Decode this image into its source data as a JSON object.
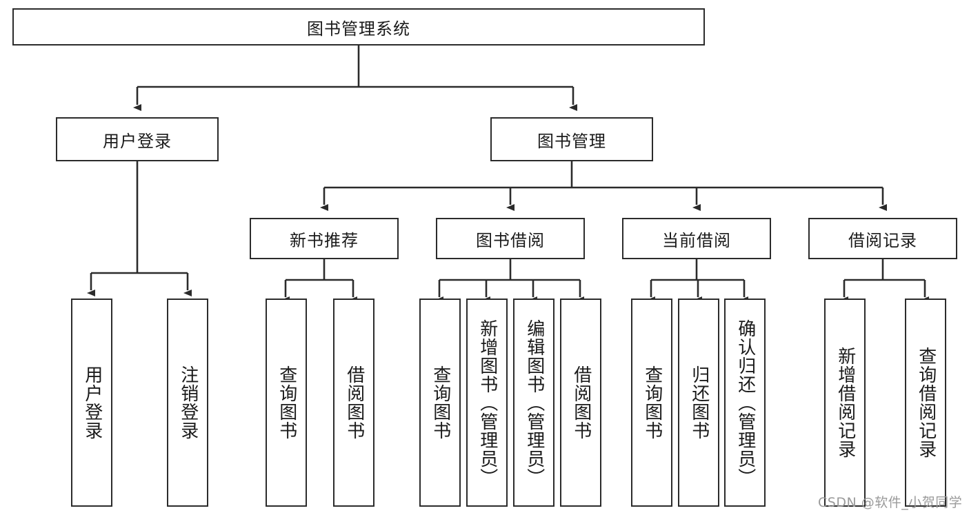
{
  "diagram": {
    "title_root": "图书管理系统",
    "watermark": "CSDN @软件_小贺同学",
    "line_color": "#2b2b2b",
    "box_fill": "#ffffff",
    "text_color": "#1a1a1a",
    "levels": {
      "level1": [
        {
          "id": "root",
          "label": "图书管理系统"
        }
      ],
      "level2": [
        {
          "id": "user-login",
          "label": "用户登录"
        },
        {
          "id": "book-management",
          "label": "图书管理"
        }
      ],
      "level3": [
        {
          "id": "new-book-recommend",
          "label": "新书推荐"
        },
        {
          "id": "book-borrow",
          "label": "图书借阅"
        },
        {
          "id": "current-borrow",
          "label": "当前借阅"
        },
        {
          "id": "borrow-record",
          "label": "借阅记录"
        }
      ],
      "level4": [
        {
          "id": "leaf-user-login",
          "label": "用户登录",
          "parent": "user-login"
        },
        {
          "id": "leaf-logout",
          "label": "注销登录",
          "parent": "user-login"
        },
        {
          "id": "leaf-query-books-1",
          "label": "查询图书",
          "parent": "new-book-recommend"
        },
        {
          "id": "leaf-borrow-books-1",
          "label": "借阅图书",
          "parent": "new-book-recommend"
        },
        {
          "id": "leaf-query-books-2",
          "label": "查询图书",
          "parent": "book-borrow"
        },
        {
          "id": "leaf-add-book",
          "label": "新增图书（管理员）",
          "parent": "book-borrow"
        },
        {
          "id": "leaf-edit-book",
          "label": "编辑图书（管理员）",
          "parent": "book-borrow"
        },
        {
          "id": "leaf-borrow-books-2",
          "label": "借阅图书",
          "parent": "book-borrow"
        },
        {
          "id": "leaf-query-books-3",
          "label": "查询图书",
          "parent": "current-borrow"
        },
        {
          "id": "leaf-return-book",
          "label": "归还图书",
          "parent": "current-borrow"
        },
        {
          "id": "leaf-confirm-return",
          "label": "确认归还（管理员）",
          "parent": "current-borrow"
        },
        {
          "id": "leaf-add-record",
          "label": "新增借阅记录",
          "parent": "borrow-record"
        },
        {
          "id": "leaf-query-record",
          "label": "查询借阅记录",
          "parent": "borrow-record"
        }
      ]
    }
  }
}
